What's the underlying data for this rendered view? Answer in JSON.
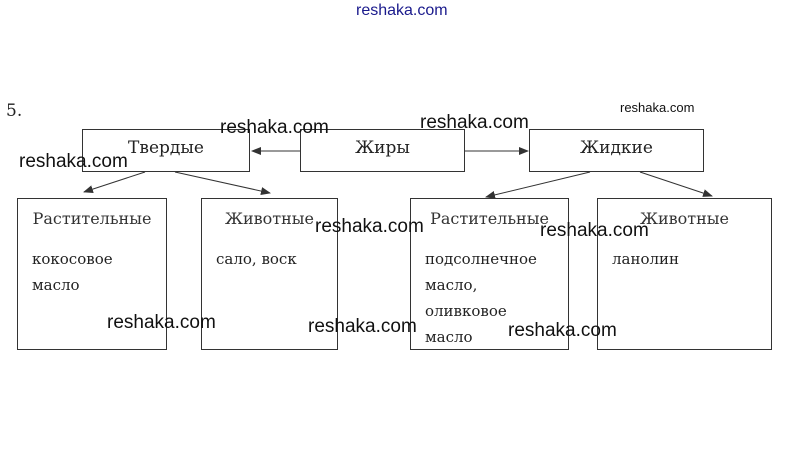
{
  "question_number": "5.",
  "watermark_text": "reshaka.com",
  "diagram": {
    "root": "Жиры",
    "left": "Твердые",
    "right": "Жидкие",
    "categories": [
      {
        "title": "Растительные",
        "items": [
          "кокосовое",
          "масло"
        ]
      },
      {
        "title": "Животные",
        "items": [
          "сало, воск"
        ]
      },
      {
        "title": "Растительные",
        "items": [
          "подсолнечное",
          "масло,",
          "оливковое",
          "масло"
        ]
      },
      {
        "title": "Животные",
        "items": [
          "ланолин"
        ]
      }
    ]
  },
  "colors": {
    "watermark": "#1a1a8c",
    "line": "#333333"
  }
}
